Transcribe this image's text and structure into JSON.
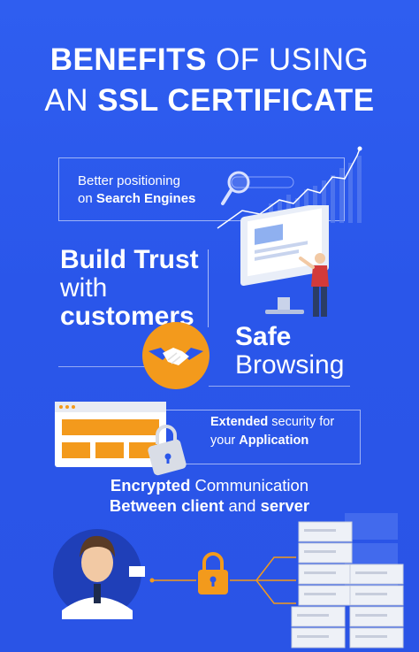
{
  "title": {
    "line1_bold": "BENEFITS",
    "line1_light": "OF USING",
    "line2_light": "AN",
    "line2_bold": "SSL CERTIFICATE"
  },
  "seo": {
    "line1": "Better positioning",
    "line2_prefix": "on",
    "line2_bold": "Search Engines"
  },
  "trust": {
    "line1": "Build Trust",
    "line2": "with",
    "line3": "customers"
  },
  "safe": {
    "line1": "Safe",
    "line2": "Browsing"
  },
  "app_security": {
    "line1_bold": "Extended",
    "line1_rest": "security for",
    "line2_prefix": "your",
    "line2_bold": "Application"
  },
  "encrypted": {
    "line1_bold": "Encrypted",
    "line1_rest": "Communication",
    "line2_bold1": "Between client",
    "line2_light": "and",
    "line2_bold2": "server"
  },
  "colors": {
    "background": "#2a56ea",
    "accent_orange": "#f39a1c",
    "text": "#ffffff"
  },
  "icons": [
    "search-icon",
    "handshake-icon",
    "lock-icon",
    "padlock-icon",
    "user-icon",
    "server-icon",
    "monitor-icon",
    "browser-window-icon",
    "growth-chart-icon"
  ]
}
